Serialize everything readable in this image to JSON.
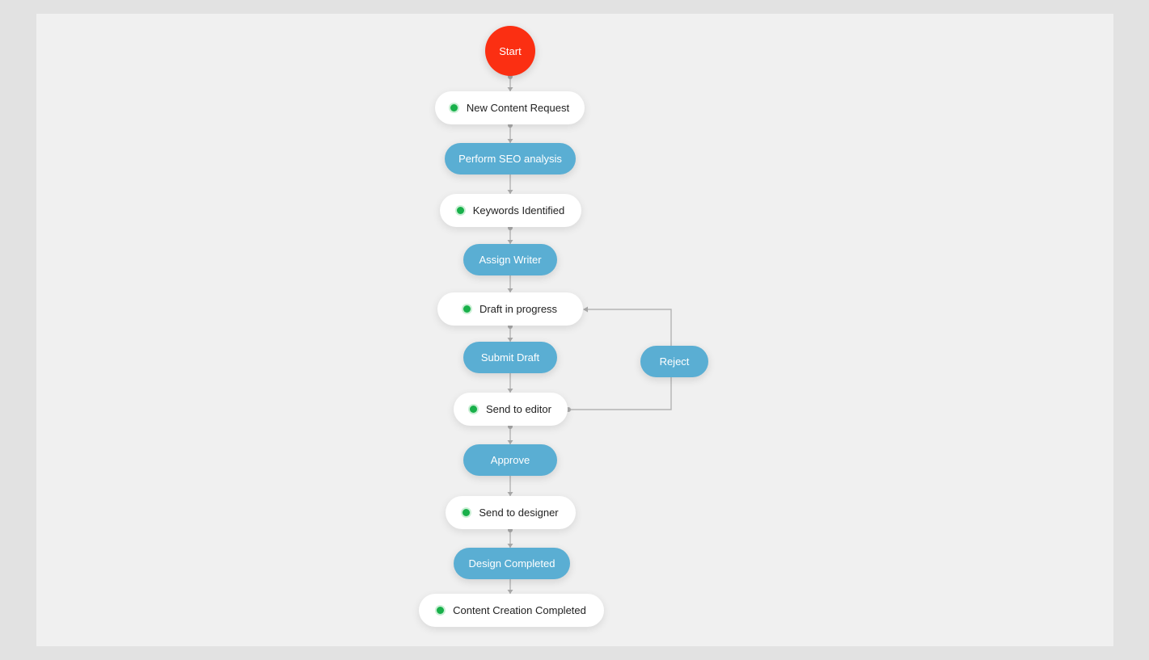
{
  "colors": {
    "start": "#fb2f12",
    "transition": "#5aaed3",
    "state": "#ffffff",
    "status_dot": "#18b04a",
    "connector": "#b4b4b4",
    "canvas": "#f0f0f0",
    "frame": "#e2e2e2"
  },
  "workflow": {
    "start": "Start",
    "states": {
      "new_content_request": "New Content Request",
      "keywords_identified": "Keywords Identified",
      "draft_in_progress": "Draft in progress",
      "send_to_editor": "Send to editor",
      "send_to_designer": "Send to designer",
      "content_creation_completed": "Content Creation Completed"
    },
    "transitions": {
      "perform_seo_analysis": "Perform SEO analysis",
      "assign_writer": "Assign Writer",
      "submit_draft": "Submit Draft",
      "reject": "Reject",
      "approve": "Approve",
      "design_completed": "Design Completed"
    }
  }
}
